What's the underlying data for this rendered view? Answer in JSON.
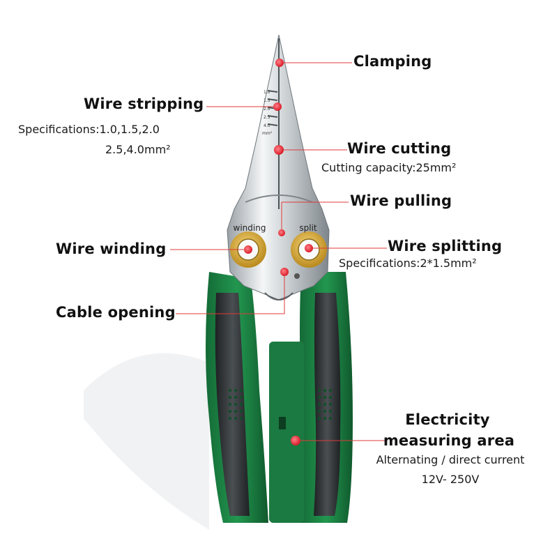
{
  "labels": {
    "clamping": "Clamping",
    "wire_stripping": "Wire stripping",
    "wire_stripping_spec_1": "Specifications:1.0,1.5,2.0",
    "wire_stripping_spec_2": "2.5,4.0mm²",
    "wire_cutting": "Wire cutting",
    "wire_cutting_spec": "Cutting capacity:25mm²",
    "wire_pulling": "Wire pulling",
    "wire_winding": "Wire winding",
    "wire_splitting": "Wire splitting",
    "wire_splitting_spec": "Specifications:2*1.5mm²",
    "cable_opening": "Cable opening",
    "electricity_1": "Electricity",
    "electricity_2": "measuring area",
    "electricity_spec_1": "Alternating / direct current",
    "electricity_spec_2": "12V- 250V"
  },
  "tool_text": {
    "winding": "winding",
    "split": "split",
    "gauge_marks": [
      "1.0",
      "1.5",
      "2.0",
      "2.5",
      "4.0",
      "mm²"
    ]
  },
  "colors": {
    "handle_green": "#1f8a4a",
    "handle_dark": "#2a2d2f",
    "steel": "#dfe3e6",
    "gold_ring": "#e2b23a",
    "leader_red": "#e03a3a",
    "dot_red": "#e8343a"
  }
}
